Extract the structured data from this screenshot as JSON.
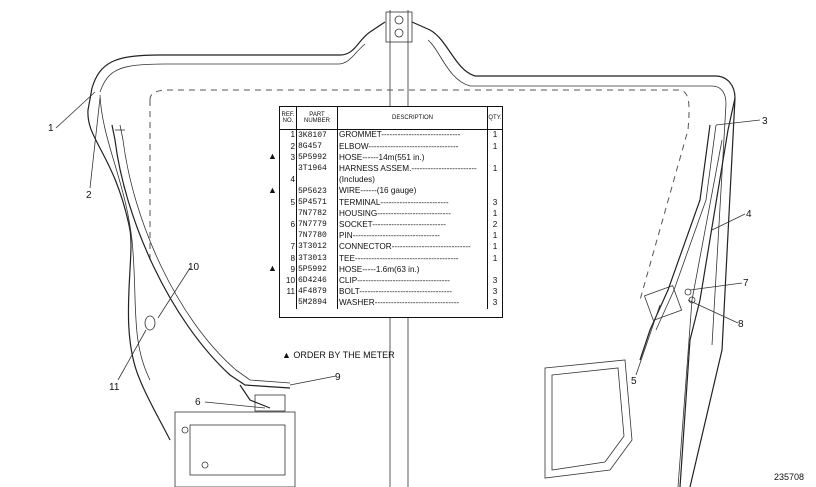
{
  "table": {
    "headers": {
      "ref": "REF. NO.",
      "part": "PART NUMBER",
      "desc": "DESCRIPTION",
      "qty": "QTY."
    },
    "rows": [
      {
        "mark": "",
        "ref": "1",
        "part": "3K8107",
        "desc": "GROMMET-----------------------------",
        "qty": "1"
      },
      {
        "mark": "",
        "ref": "2",
        "part": "8G457",
        "desc": "ELBOW---------------------------------",
        "qty": "1"
      },
      {
        "mark": "▲",
        "ref": "3",
        "part": "5P5992",
        "desc": "HOSE------14m(551 in.)",
        "qty": ""
      },
      {
        "mark": "",
        "ref": "",
        "part": "3T1964",
        "desc": "HARNESS ASSEM.------------------------",
        "qty": "1"
      },
      {
        "mark": "",
        "ref": "4",
        "part": "",
        "desc": "    (Includes)",
        "qty": ""
      },
      {
        "mark": "▲",
        "ref": "",
        "part": "5P5623",
        "desc": "    WIRE------(16 gauge)",
        "qty": ""
      },
      {
        "mark": "",
        "ref": "5",
        "part": "5P4571",
        "desc": "      TERMINAL-------------------------",
        "qty": "3"
      },
      {
        "mark": "",
        "ref": "",
        "part": "7N7782",
        "desc": "      HOUSING---------------------------",
        "qty": "1"
      },
      {
        "mark": "",
        "ref": "6",
        "part": "7N7779",
        "desc": "      SOCKET---------------------------",
        "qty": "2"
      },
      {
        "mark": "",
        "ref": "",
        "part": "7N7780",
        "desc": "      PIN--------------------------------",
        "qty": "1"
      },
      {
        "mark": "",
        "ref": "7",
        "part": "3T3012",
        "desc": "CONNECTOR-----------------------------",
        "qty": "1"
      },
      {
        "mark": "",
        "ref": "8",
        "part": "3T3013",
        "desc": "TEE--------------------------------------",
        "qty": "1"
      },
      {
        "mark": "▲",
        "ref": "9",
        "part": "5P5992",
        "desc": "HOSE-----1.6m(63 in.)",
        "qty": ""
      },
      {
        "mark": "",
        "ref": "10",
        "part": "6D4246",
        "desc": "CLIP----------------------------------",
        "qty": "3"
      },
      {
        "mark": "",
        "ref": "11",
        "part": "4F4879",
        "desc": "BOLT----------------------------------",
        "qty": "3"
      },
      {
        "mark": "",
        "ref": "",
        "part": "5M2894",
        "desc": "WASHER-------------------------------",
        "qty": "3"
      }
    ]
  },
  "note": "▲ ORDER BY THE METER",
  "drawing_number": "235708",
  "callouts": {
    "c1": "1",
    "c2": "2",
    "c3": "3",
    "c4": "4",
    "c5": "5",
    "c6": "6",
    "c7": "7",
    "c8": "8",
    "c9": "9",
    "c10": "10",
    "c11": "11"
  }
}
